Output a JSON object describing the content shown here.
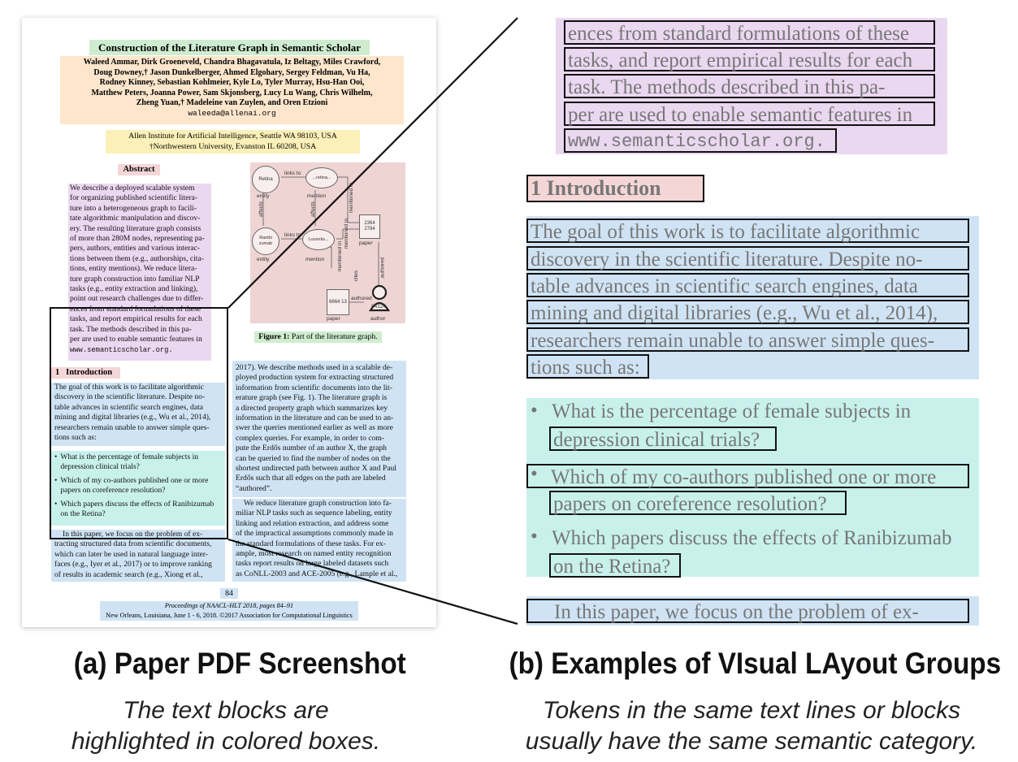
{
  "paper": {
    "title": "Construction of the Literature Graph in Semantic Scholar",
    "authors": [
      "Waleed Ammar, Dirk Groeneveld, Chandra Bhagavatula, Iz Beltagy, Miles Crawford,",
      "Doug Downey,† Jason Dunkelberger, Ahmed Elgohary, Sergey Feldman, Vu Ha,",
      "Rodney Kinney, Sebastian Kohlmeier, Kyle Lo, Tyler Murray, Hsu-Han Ooi,",
      "Matthew Peters, Joanna Power, Sam Skjonsberg, Lucy Lu Wang, Chris Wilhelm,",
      "Zheng Yuan,† Madeleine van Zuylen, and Oren Etzioni"
    ],
    "email": "waleeda@allenai.org",
    "affiliations": [
      "Allen Institute for Artificial Intelligence, Seattle WA 98103, USA",
      "†Northwestern University, Evanston IL 60208, USA"
    ],
    "abstract_heading": "Abstract",
    "abstract_lines": [
      "We describe a deployed scalable system",
      "for organizing published scientific litera-",
      "ture into a heterogeneous graph to facili-",
      "tate algorithmic manipulation and discov-",
      "ery. The resulting literature graph consists",
      "of more than 280M nodes, representing pa-",
      "pers, authors, entities and various interac-",
      "tions between them (e.g., authorships, cita-",
      "tions, entity mentions). We reduce litera-",
      "ture graph construction into familiar NLP",
      "tasks (e.g., entity extraction and linking),",
      "point out research challenges due to differ-",
      "ences from standard formulations of these",
      "tasks, and report empirical results for each",
      "task. The methods described in this pa-",
      "per are used to enable semantic features in",
      "www.semanticscholar.org."
    ],
    "figure": {
      "caption_label": "Figure 1:",
      "caption_text": "Part of the literature graph.",
      "nodes": {
        "retina": "Retina",
        "retina_mention": "...retina...",
        "ranibizumab": "Ranibi zumab",
        "lucentis": "Lucentis...",
        "paper1": "2364 2784",
        "paper2": "6664 13",
        "author": "84124"
      },
      "labels": {
        "entity1": "entity",
        "mention1": "mention",
        "entity2": "entity",
        "mention2": "mention",
        "paper_top": "paper",
        "paper_bottom": "paper",
        "author": "author",
        "links_to_1": "links to",
        "links_to_2": "links to",
        "affects": "affects",
        "affects2": "affects",
        "mentioned_in_1": "mentioned in",
        "mentioned_in_2": "mentioned in",
        "mentioned_in_3": "mentioned in",
        "cites": "cites",
        "authored": "authored",
        "authored2": "authored"
      }
    },
    "intro_heading_num": "1",
    "intro_heading": "Introduction",
    "intro_para": [
      "The goal of this work is to facilitate algorithmic",
      "discovery in the scientific literature. Despite no-",
      "table advances in scientific search engines, data",
      "mining and digital libraries (e.g., Wu et al., 2014),",
      "researchers remain unable to answer simple ques-",
      "tions such as:"
    ],
    "bullets": [
      [
        "What is the percentage of female subjects in",
        "depression clinical trials?"
      ],
      [
        "Which of my co-authors published one or more",
        "papers on coreference resolution?"
      ],
      [
        "Which papers discuss the effects of Ranibizumab",
        "on the Retina?"
      ]
    ],
    "left_last_para": [
      "In this paper, we focus on the problem of ex-",
      "tracting structured data from scientific documents,",
      "which can later be used in natural language inter-",
      "faces (e.g., Iyer et al., 2017) or to improve ranking",
      "of results in academic search (e.g., Xiong et al.,"
    ],
    "right_col_para1": [
      "2017). We describe methods used in a scalable de-",
      "ployed production system for extracting structured",
      "information from scientific documents into the lit-",
      "erature graph (see Fig. 1). The literature graph is",
      "a directed property graph which summarizes key",
      "information in the literature and can be used to an-",
      "swer the queries mentioned earlier as well as more",
      "complex queries. For example, in order to com-",
      "pute the Erdős number of an author X, the graph",
      "can be queried to find the number of nodes on the",
      "shortest undirected path between author X and Paul",
      "Erdős such that all edges on the path are labeled",
      "“authored”."
    ],
    "right_col_para2": [
      "We reduce literature graph construction into fa-",
      "miliar NLP tasks such as sequence labeling, entity",
      "linking and relation extraction, and address some",
      "of the impractical assumptions commonly made in",
      "the standard formulations of these tasks. For ex-",
      "ample, most research on named entity recognition",
      "tasks report results on large labeled datasets such",
      "as CoNLL-2003 and ACE-2005 (e.g., Lample et al.,"
    ],
    "page_number": "84",
    "footer_line1": "Proceedings of NAACL-HLT 2018, pages 84–91",
    "footer_line2": "New Orleans, Louisiana, June 1 - 6, 2018. ©2017 Association for Computational Linguistics"
  },
  "zoom": {
    "abstract_lines": [
      "ences from standard formulations of these",
      "tasks, and report empirical results for each",
      "task.  The methods described in this pa-",
      "per are used to enable semantic features in",
      "www.semanticscholar.org."
    ],
    "heading": "1   Introduction",
    "intro_lines": [
      "The goal of this work is to facilitate algorithmic",
      "discovery in the scientific literature.  Despite no-",
      "table advances in scientific search engines, data",
      "mining and digital libraries (e.g., Wu et al., 2014),",
      "researchers remain unable to answer simple ques-",
      "tions such as:"
    ],
    "bullets": [
      [
        "What is the percentage of female subjects in",
        "depression clinical trials?"
      ],
      [
        "Which of my co-authors published one or more",
        "papers on coreference resolution?"
      ],
      [
        "Which papers discuss the effects of Ranibizumab",
        "on the Retina?"
      ]
    ],
    "last_line": "In this paper, we focus on the problem of ex-"
  },
  "captions": {
    "left_title": "(a) Paper PDF Screenshot",
    "left_sub_1": "The text blocks are",
    "left_sub_2": "highlighted in colored boxes.",
    "right_title": "(b) Examples of VIsual LAyout Groups",
    "right_sub_1": "Tokens in the same text lines or blocks",
    "right_sub_2": "usually have the same semantic category."
  },
  "colors": {
    "title_bg": "#cfeccf",
    "authors_bg": "#fde6cc",
    "affil_bg": "#fbf0b8",
    "heading_bg": "#f5d6d6",
    "abstract_bg": "#ead7f0",
    "body_bg": "#cfe3f4",
    "list_bg": "#c8f1ec"
  }
}
